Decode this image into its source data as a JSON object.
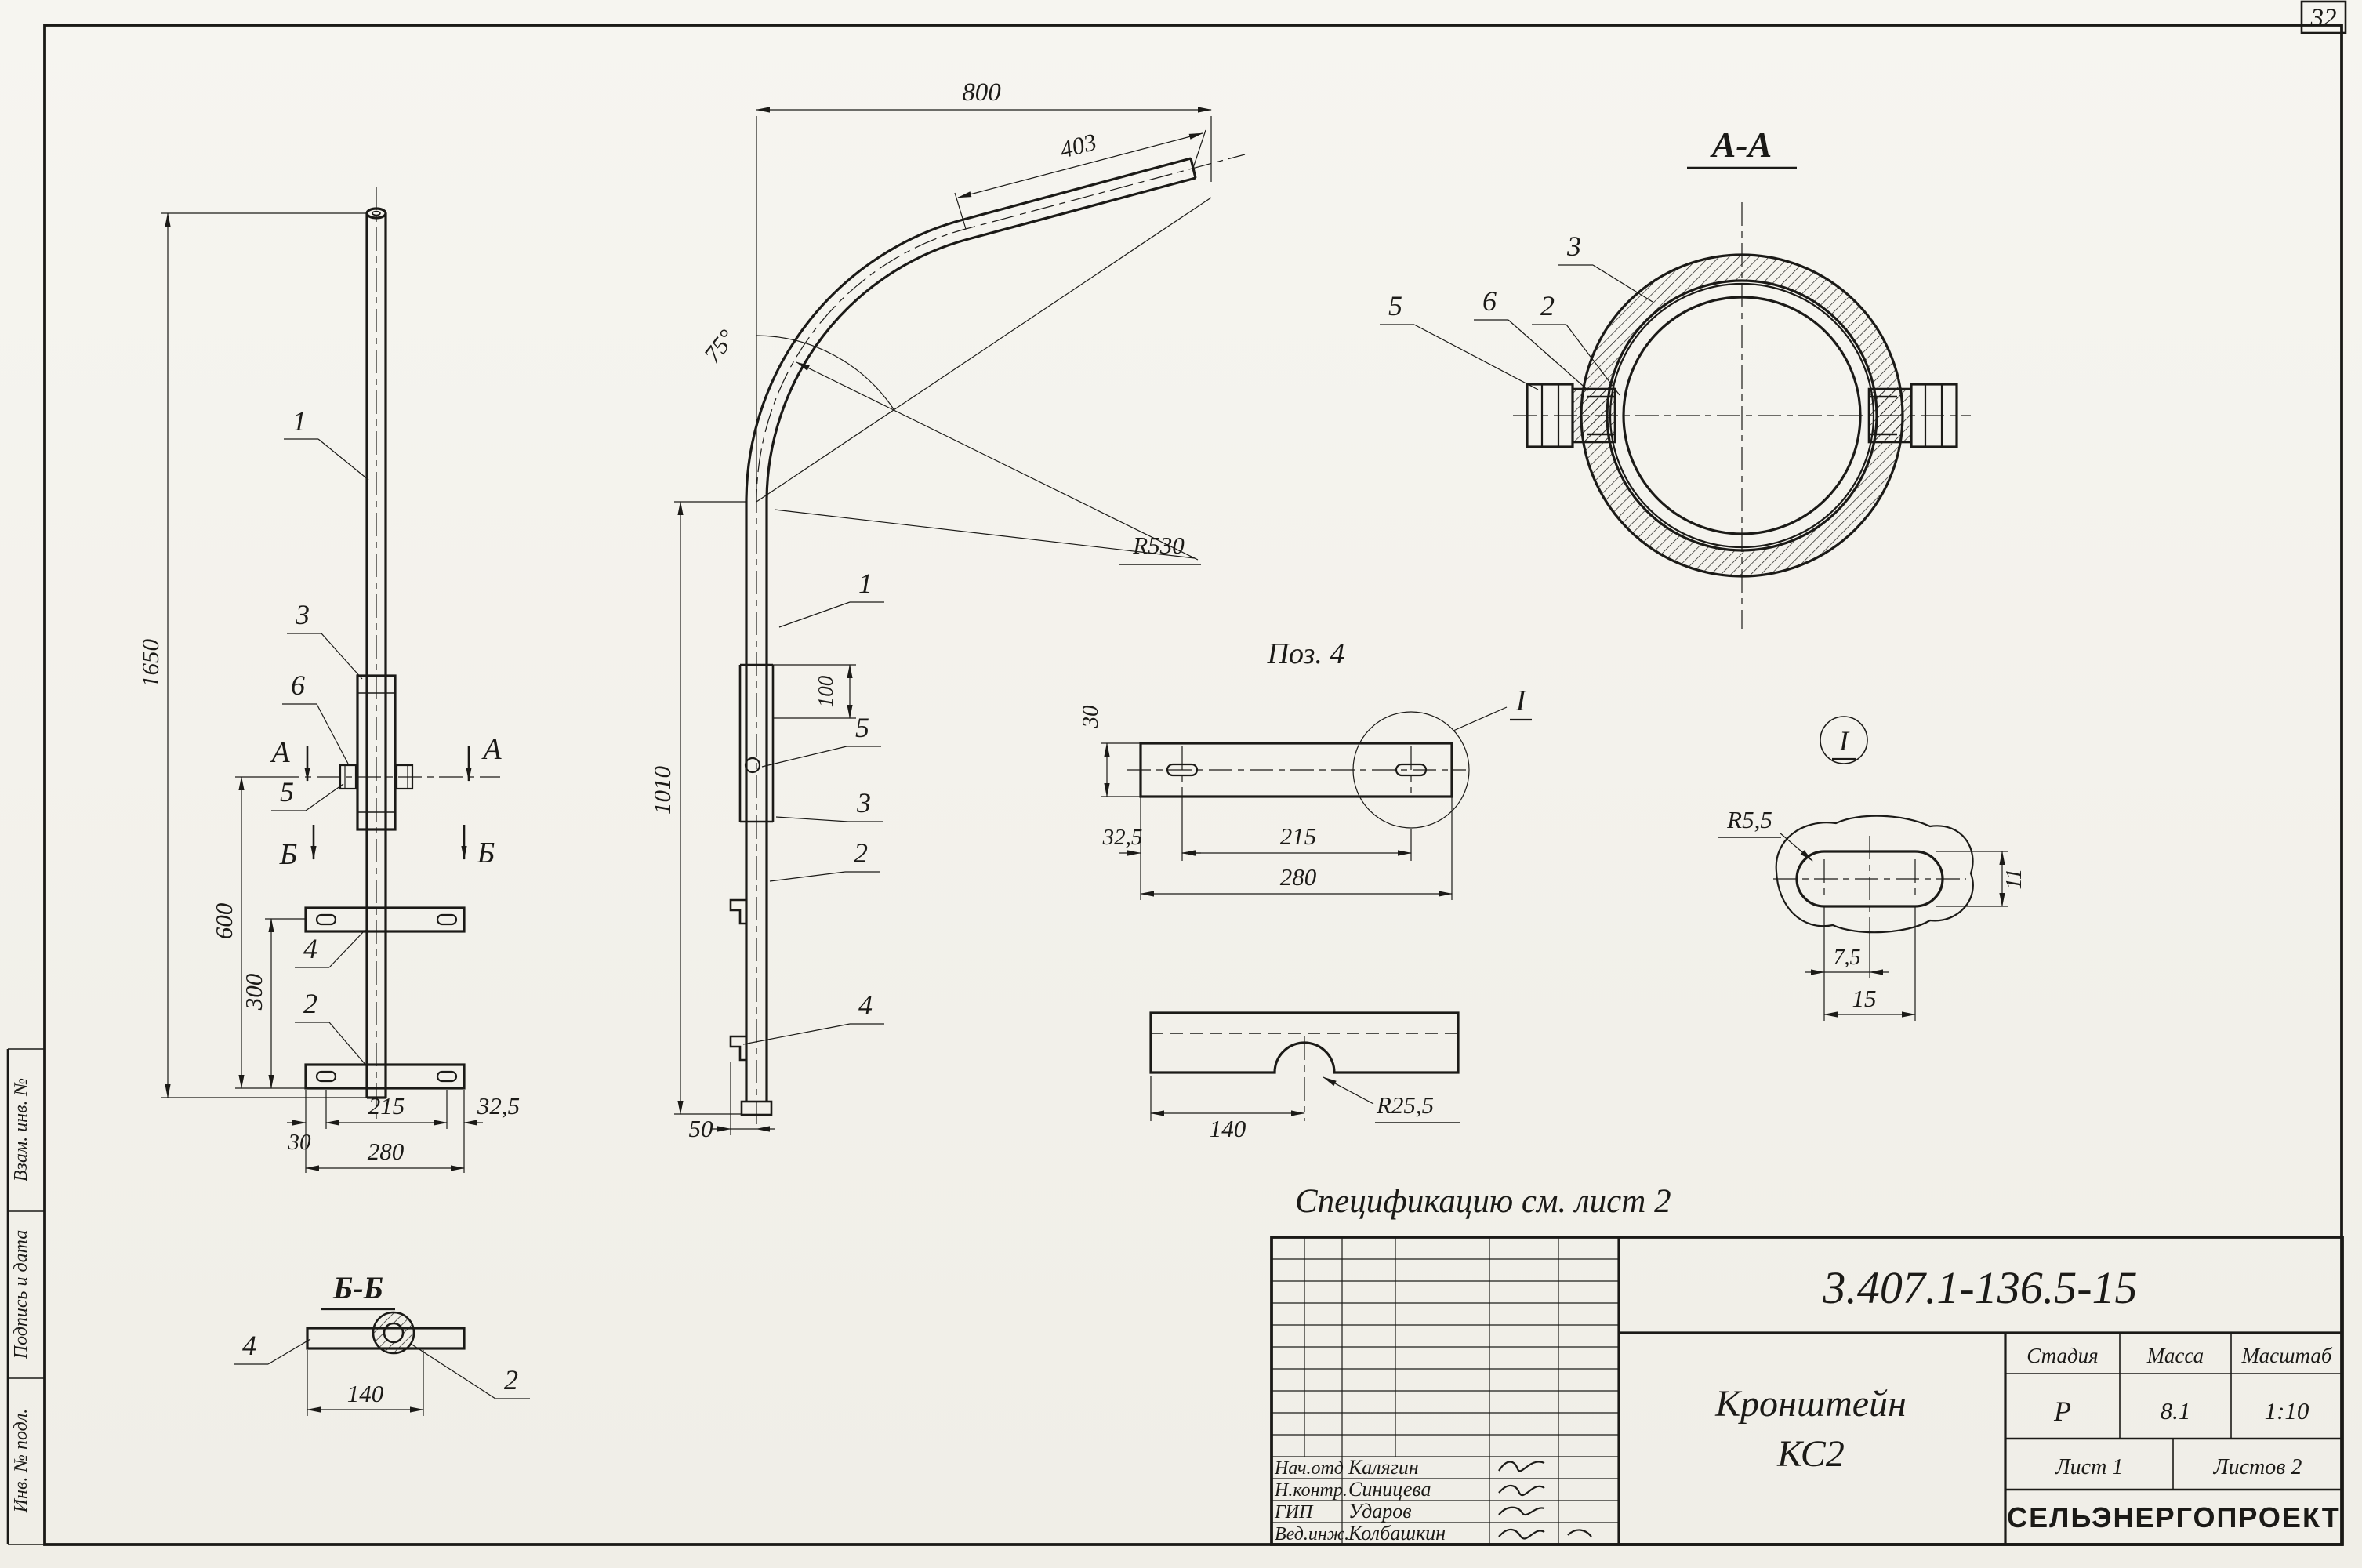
{
  "sheet": {
    "number": "32"
  },
  "margin": {
    "labels": [
      "Взам. инв. №",
      "Подпись и дата",
      "Инв. № подл."
    ]
  },
  "front_view": {
    "dim_height": "1650",
    "dim_600": "600",
    "dim_300": "300",
    "dim_30": "30",
    "dim_215": "215",
    "dim_32_5": "32,5",
    "dim_280": "280",
    "pos_1": "1",
    "pos_2": "2",
    "pos_3": "3",
    "pos_4": "4",
    "pos_5": "5",
    "pos_6": "6",
    "section_a": "А",
    "section_b": "Б"
  },
  "section_bb": {
    "title": "Б-Б",
    "pos_4": "4",
    "pos_2": "2",
    "dim_140": "140"
  },
  "side_view": {
    "dim_800": "800",
    "dim_403": "403",
    "angle": "75°",
    "radius": "R530",
    "dim_1010": "1010",
    "dim_100": "100",
    "dim_50": "50",
    "pos_1": "1",
    "pos_2": "2",
    "pos_3": "3",
    "pos_4": "4",
    "pos_5": "5"
  },
  "section_aa": {
    "title": "А-А",
    "pos_2": "2",
    "pos_3": "3",
    "pos_5": "5",
    "pos_6": "6"
  },
  "pos4_detail": {
    "title": "Поз. 4",
    "detail_ref": "I",
    "dim_30": "30",
    "dim_32_5": "32,5",
    "dim_215": "215",
    "dim_280": "280"
  },
  "plate_detail": {
    "dim_140": "140",
    "radius": "R25,5"
  },
  "detail_i": {
    "marker": "I",
    "radius": "R5,5",
    "dim_7_5": "7,5",
    "dim_15": "15",
    "dim_11": "11"
  },
  "note": "Спецификацию  см. лист 2",
  "title_block": {
    "doc_number": "3.407.1-136.5-15",
    "product_name_1": "Кронштейн",
    "product_name_2": "КС2",
    "col_stage": "Стадия",
    "col_mass": "Масса",
    "col_scale": "Масштаб",
    "stage": "Р",
    "mass": "8.1",
    "scale": "1:10",
    "sheet_info": "Лист 1",
    "sheets_info": "Листов 2",
    "org": "СЕЛЬЭНЕРГОПРОЕКТ",
    "signature_rows": [
      {
        "role": "Нач.отд",
        "name": "Калягин"
      },
      {
        "role": "Н.контр.",
        "name": "Синицева"
      },
      {
        "role": "ГИП",
        "name": "Ударов"
      },
      {
        "role": "Вед.инж.",
        "name": "Колбашкин"
      }
    ]
  }
}
